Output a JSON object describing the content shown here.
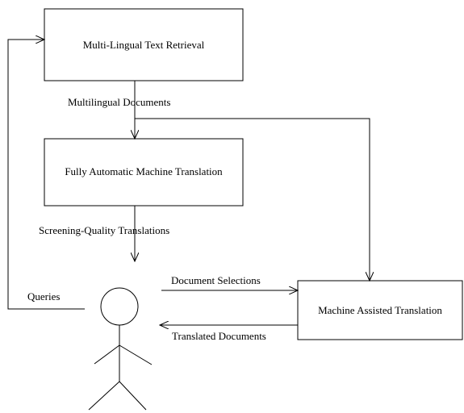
{
  "boxes": {
    "retrieval": "Multi-Lingual Text Retrieval",
    "automatic_translation": "Fully Automatic Machine Translation",
    "assisted_translation": "Machine Assisted Translation"
  },
  "edge_labels": {
    "multilingual_documents": "Multilingual  Documents",
    "screening_quality": "Screening-Quality  Translations",
    "queries": "Queries",
    "document_selections": "Document Selections",
    "translated_documents": "Translated Documents"
  },
  "colors": {
    "stroke": "#000000",
    "background": "#ffffff"
  }
}
